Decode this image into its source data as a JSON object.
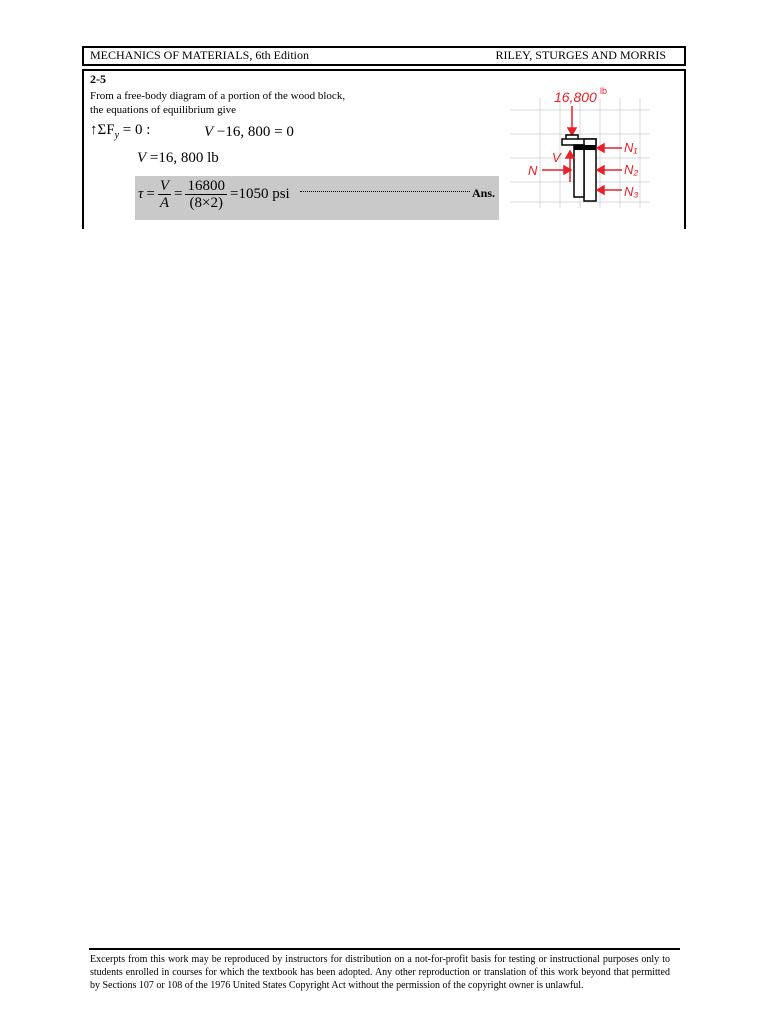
{
  "header": {
    "left": "MECHANICS OF MATERIALS, 6th Edition",
    "right": "RILEY, STURGES AND MORRIS"
  },
  "problem": {
    "number": "2-5",
    "intro_line1": "From a free-body diagram of a portion of the wood block,",
    "intro_line2": "the equations of equilibrium give",
    "eq1_condition": "↑ΣF",
    "eq1_sub": "y",
    "eq1_rest": "= 0 :",
    "eq1_V": "V",
    "eq1_expr": "−16, 800 = 0",
    "eq2_V": "V",
    "eq2_expr": "=16, 800 lb",
    "tau": "τ",
    "eq": "=",
    "frac1_num": "V",
    "frac1_den": "A",
    "frac2_num": "16800",
    "frac2_den": "(8×2)",
    "result": "=1050 psi",
    "ans_label": "Ans."
  },
  "figure": {
    "load_label": "16,800",
    "load_unit": "lb",
    "label_N": "N",
    "label_V": "V",
    "label_N1": "N₁",
    "label_N2": "N₂",
    "label_N3": "N₃",
    "ink_color": "#e8202a"
  },
  "footer": {
    "text": "Excerpts from this work may be reproduced by instructors for distribution on a not-for-profit basis for testing or instructional purposes only to students enrolled in courses for which the textbook has been adopted. Any other reproduction or translation of this work beyond that permitted by Sections 107 or 108 of the 1976 United States Copyright Act without the permission of the copyright owner is unlawful."
  }
}
